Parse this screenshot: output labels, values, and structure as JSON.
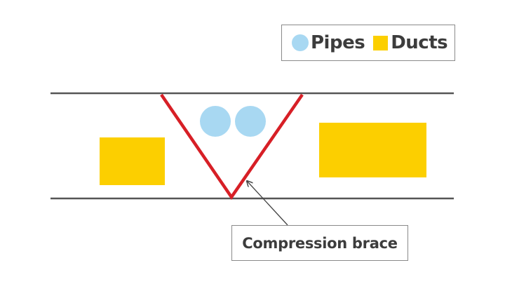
{
  "legend": {
    "items": [
      {
        "label": "Pipes",
        "icon": "circle-swatch",
        "color": "#a8d8f2"
      },
      {
        "label": "Ducts",
        "icon": "square-swatch",
        "color": "#fccf00"
      }
    ]
  },
  "callout": {
    "label": "Compression brace"
  },
  "colors": {
    "boundary_line": "#555555",
    "brace": "#d71f26",
    "pipe": "#a8d8f2",
    "duct": "#fccf00",
    "leader": "#444444",
    "border": "#8a8a8a",
    "text": "#3c3c3c"
  }
}
